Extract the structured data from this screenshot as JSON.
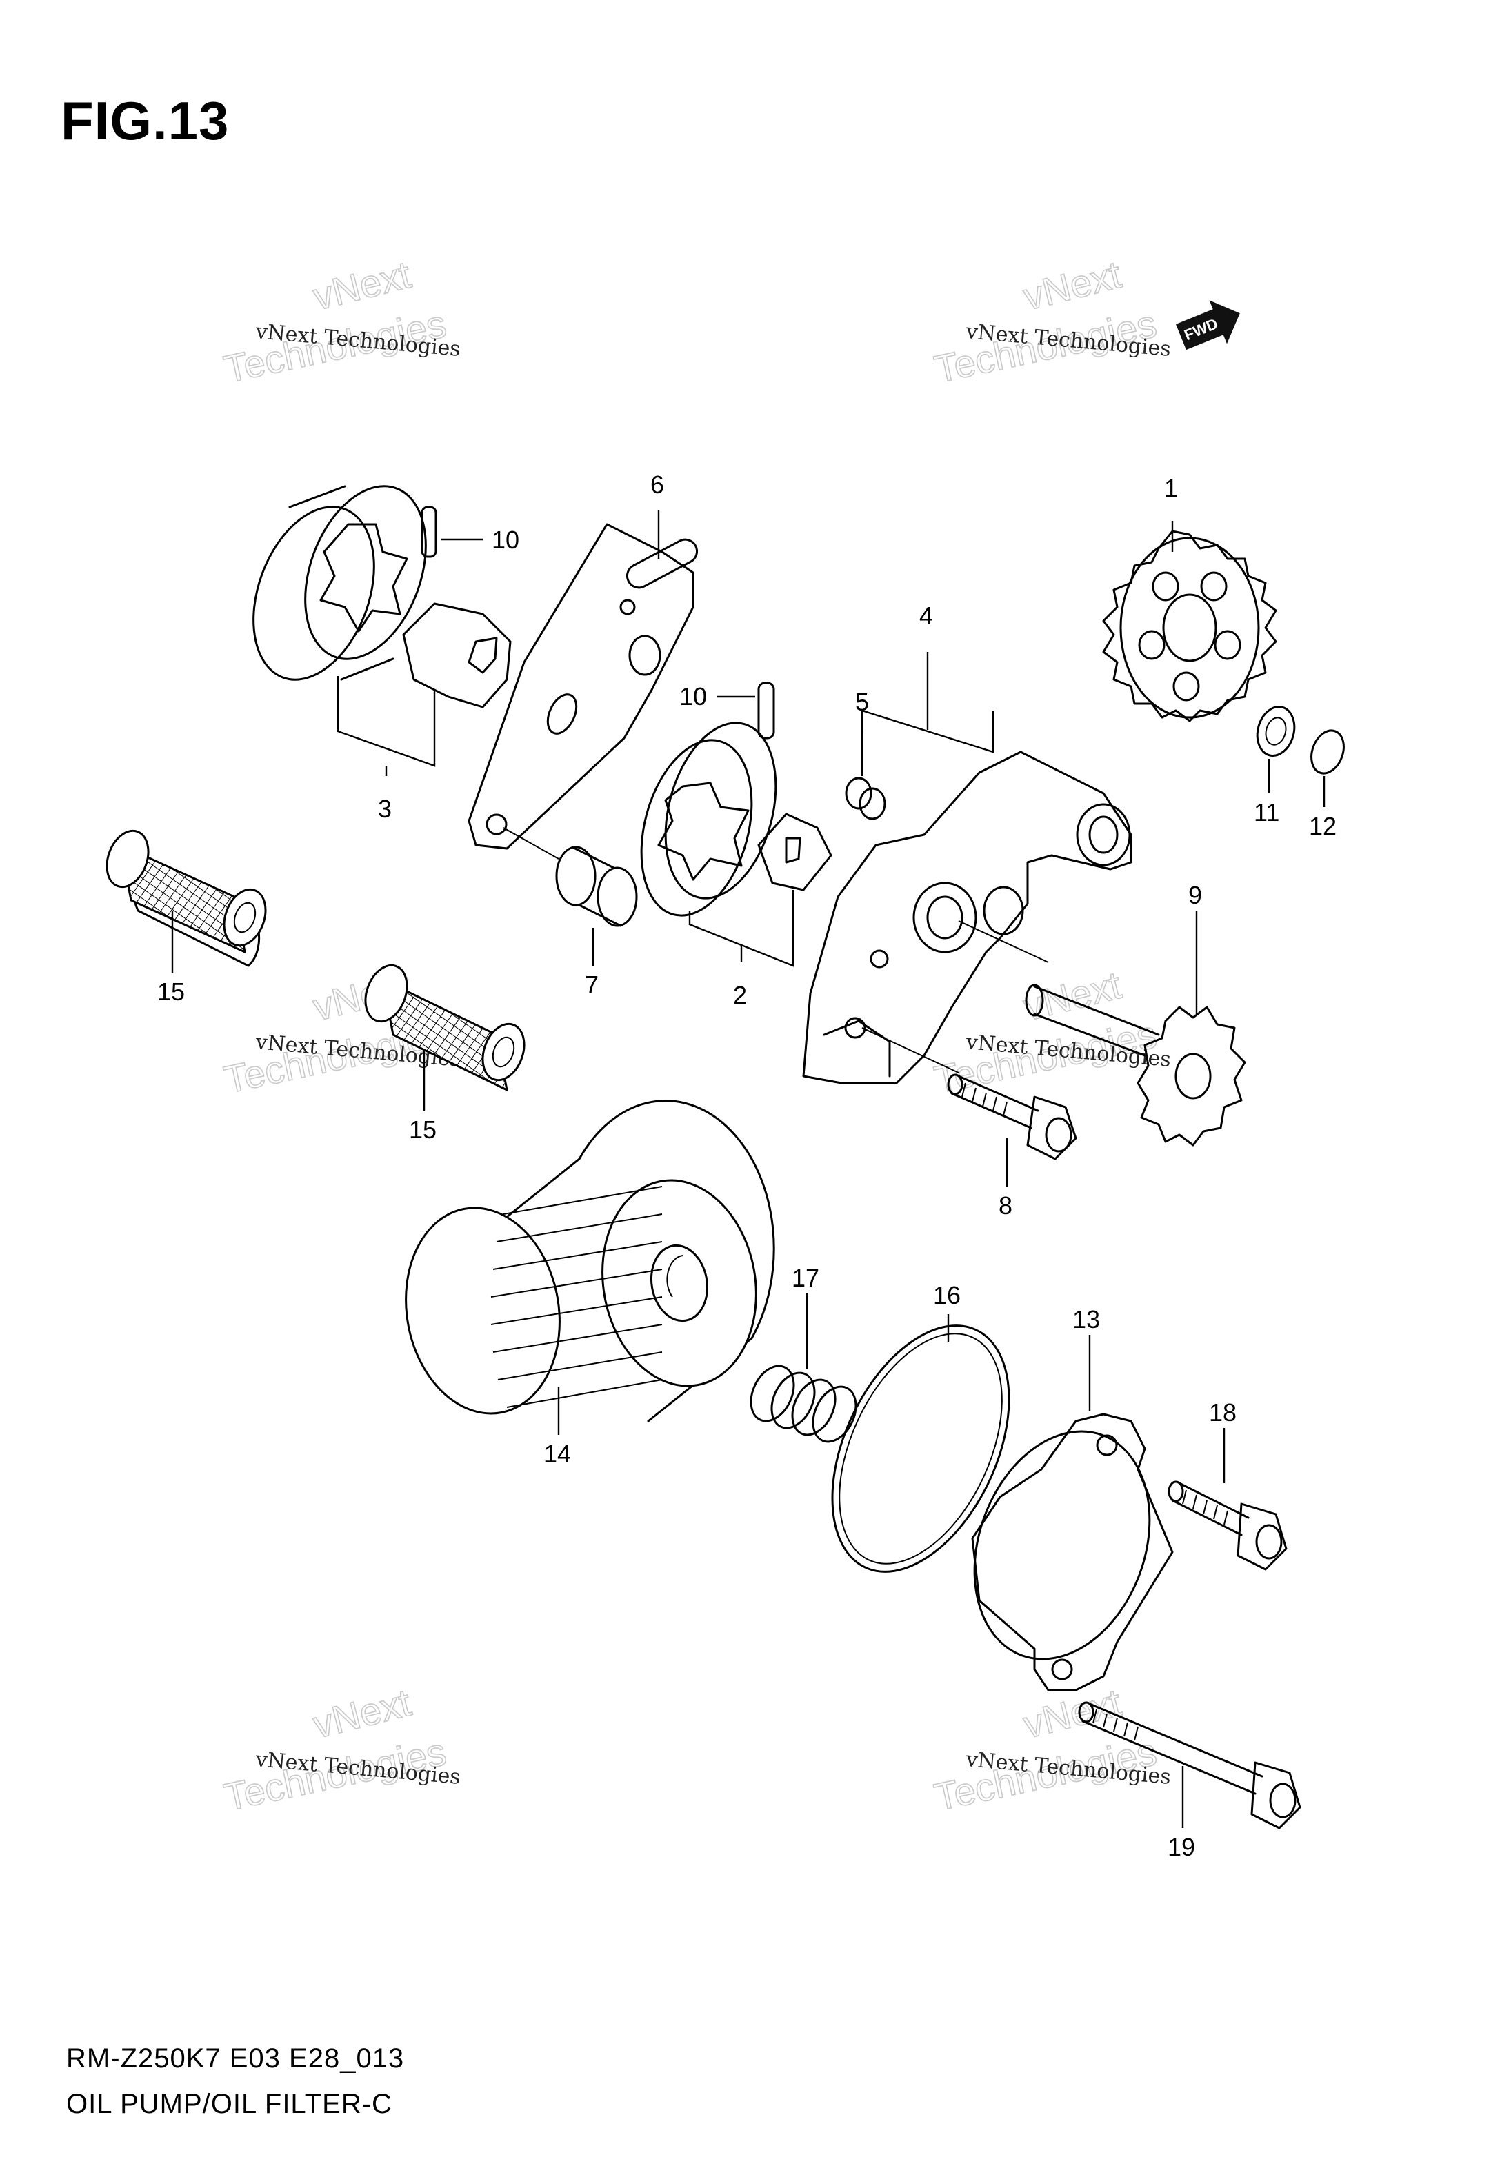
{
  "figure": {
    "title": "FIG.13"
  },
  "watermarks": [
    {
      "line1": "vNext Technologies",
      "line2": "vNext",
      "line3": "Technologies"
    },
    {
      "line1": "vNext Technologies",
      "line2": "vNext",
      "line3": "Technologies"
    },
    {
      "line1": "vNext Technologies",
      "line2": "vNext",
      "line3": "Technologies"
    },
    {
      "line1": "vNext Technologies",
      "line2": "vNext",
      "line3": "Technologies"
    },
    {
      "line1": "vNext Technologies",
      "line2": "vNext",
      "line3": "Technologies"
    },
    {
      "line1": "vNext Technologies",
      "line2": "vNext",
      "line3": "Technologies"
    }
  ],
  "direction_badge": {
    "label": "FWD"
  },
  "callouts": {
    "c1": "1",
    "c2": "2",
    "c3": "3",
    "c4": "4",
    "c5": "5",
    "c6": "6",
    "c7": "7",
    "c8": "8",
    "c9": "9",
    "c10a": "10",
    "c10b": "10",
    "c11": "11",
    "c12": "12",
    "c13": "13",
    "c14": "14",
    "c15a": "15",
    "c15b": "15",
    "c16": "16",
    "c17": "17",
    "c18": "18",
    "c19": "19"
  },
  "footer": {
    "code": "RM-Z250K7 E03 E28_013",
    "caption": "OIL PUMP/OIL FILTER-C"
  }
}
